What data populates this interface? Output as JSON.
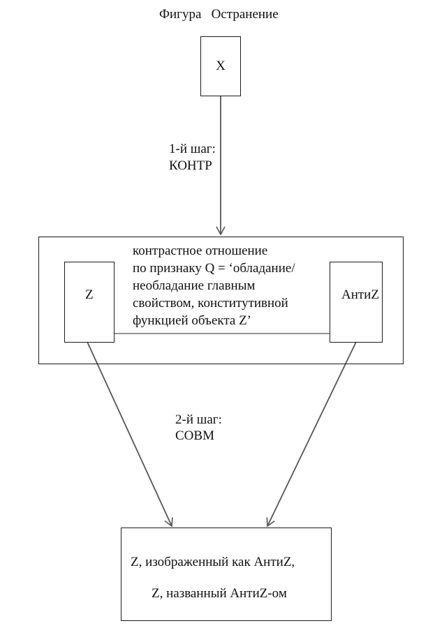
{
  "diagram": {
    "title": "Фигура   Остранение",
    "node_x": "X",
    "step1": {
      "line1": "1-й шаг:",
      "line2": "КОНТР"
    },
    "contrast": {
      "line1": "контрастное отношение",
      "line2": "по признаку Q = ‘обладание/",
      "line3": "необладание главным",
      "line4": "свойством, конститутивной",
      "line5": "функцией объекта Z’"
    },
    "node_z": "Z",
    "node_antiz": "АнтиZ",
    "step2": {
      "line1": "2-й шаг:",
      "line2": "СОВМ"
    },
    "result": {
      "line1": "Z, изображенный как АнтиZ,",
      "line2": "Z, названный АнтиZ-ом"
    },
    "colors": {
      "line": "#1a1a1a",
      "arrow": "#555555",
      "background": "#ffffff"
    }
  }
}
